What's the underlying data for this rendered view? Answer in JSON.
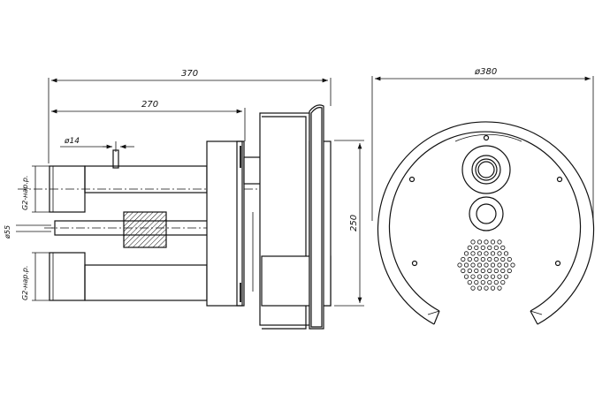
{
  "dimensions": {
    "overall_length": "370",
    "pipe_length": "270",
    "stem_diameter": "ø14",
    "rod_diameter": "ø55",
    "height": "250",
    "body_diameter": "ø380"
  },
  "thread_labels": {
    "upper_nozzle": "G2-нар.р.",
    "lower_nozzle": "G2-нар.р."
  }
}
